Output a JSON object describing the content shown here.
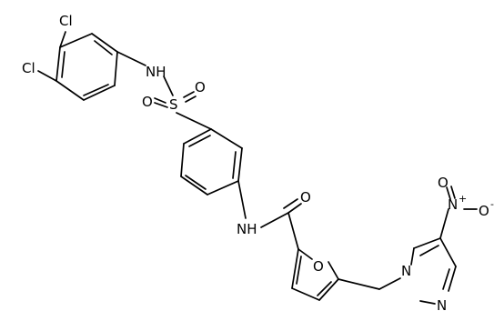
{
  "structure": {
    "atom_labels": {
      "cl1": "Cl",
      "cl2": "Cl",
      "nh_sulfonamide": "NH",
      "s": "S",
      "o_s1": "O",
      "o_s2": "O",
      "nh_amide": "NH",
      "o_amide": "O",
      "o_furan": "O",
      "n_pyrazole1": "N",
      "n_pyrazole2": "N",
      "n_nitro": "N",
      "n_nitro_plus": "+",
      "o_nitro1": "O",
      "o_nitro2": "O",
      "o_nitro2_minus": "-"
    }
  }
}
